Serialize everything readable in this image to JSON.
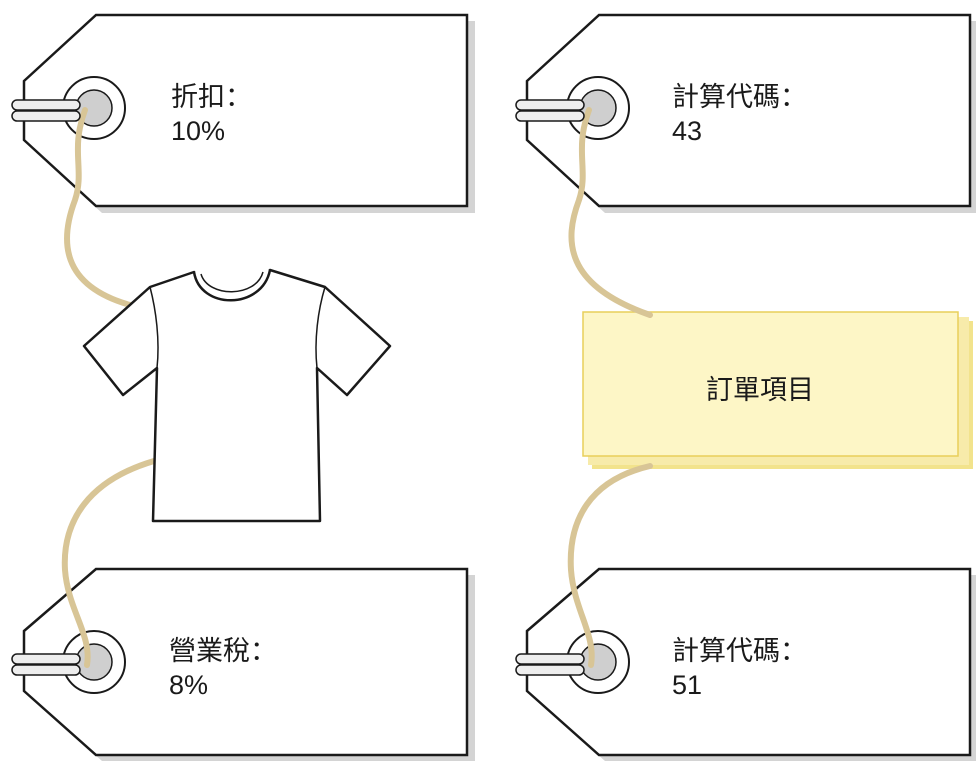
{
  "tags": [
    {
      "id": "discount",
      "label": "折扣：",
      "value": "10%"
    },
    {
      "id": "calc-code-top",
      "label": "計算代碼：",
      "value": "43"
    },
    {
      "id": "sales-tax",
      "label": "營業稅：",
      "value": "8%"
    },
    {
      "id": "calc-code-bottom",
      "label": "計算代碼：",
      "value": "51"
    }
  ],
  "order_item": {
    "label": "訂單項目"
  },
  "colors": {
    "outline": "#1a1a1a",
    "string": "#d8c596",
    "box_fill": "#fdf6c6",
    "box_shadow": "#f1e08a",
    "tag_shadow": "#d0d0d0",
    "grommet": "#cccccc"
  }
}
